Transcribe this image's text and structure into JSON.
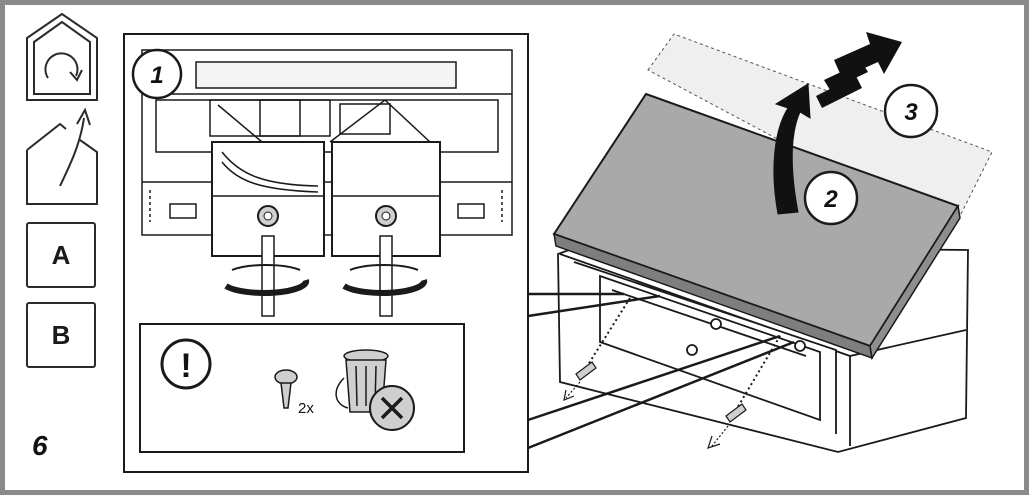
{
  "step_number": "6",
  "side_panel": {
    "box_a_label": "A",
    "box_b_label": "B"
  },
  "callouts": {
    "step1": "1",
    "step2": "2",
    "step3": "3"
  },
  "warning": {
    "screw_quantity": "2x",
    "exclamation": "!"
  },
  "colors": {
    "frame": "#8a8a8a",
    "panel_gray": "#a9a9a9",
    "ghost_panel": "#efefef",
    "line": "#1a1a1a"
  },
  "icons": [
    "house-rotate-icon",
    "house-arrow-out-icon",
    "screw-icon",
    "trash-bin-icon",
    "cross-icon",
    "exclamation-icon",
    "rotate-arrow-icon",
    "lift-arrow-icon",
    "slide-arrow-icon"
  ]
}
